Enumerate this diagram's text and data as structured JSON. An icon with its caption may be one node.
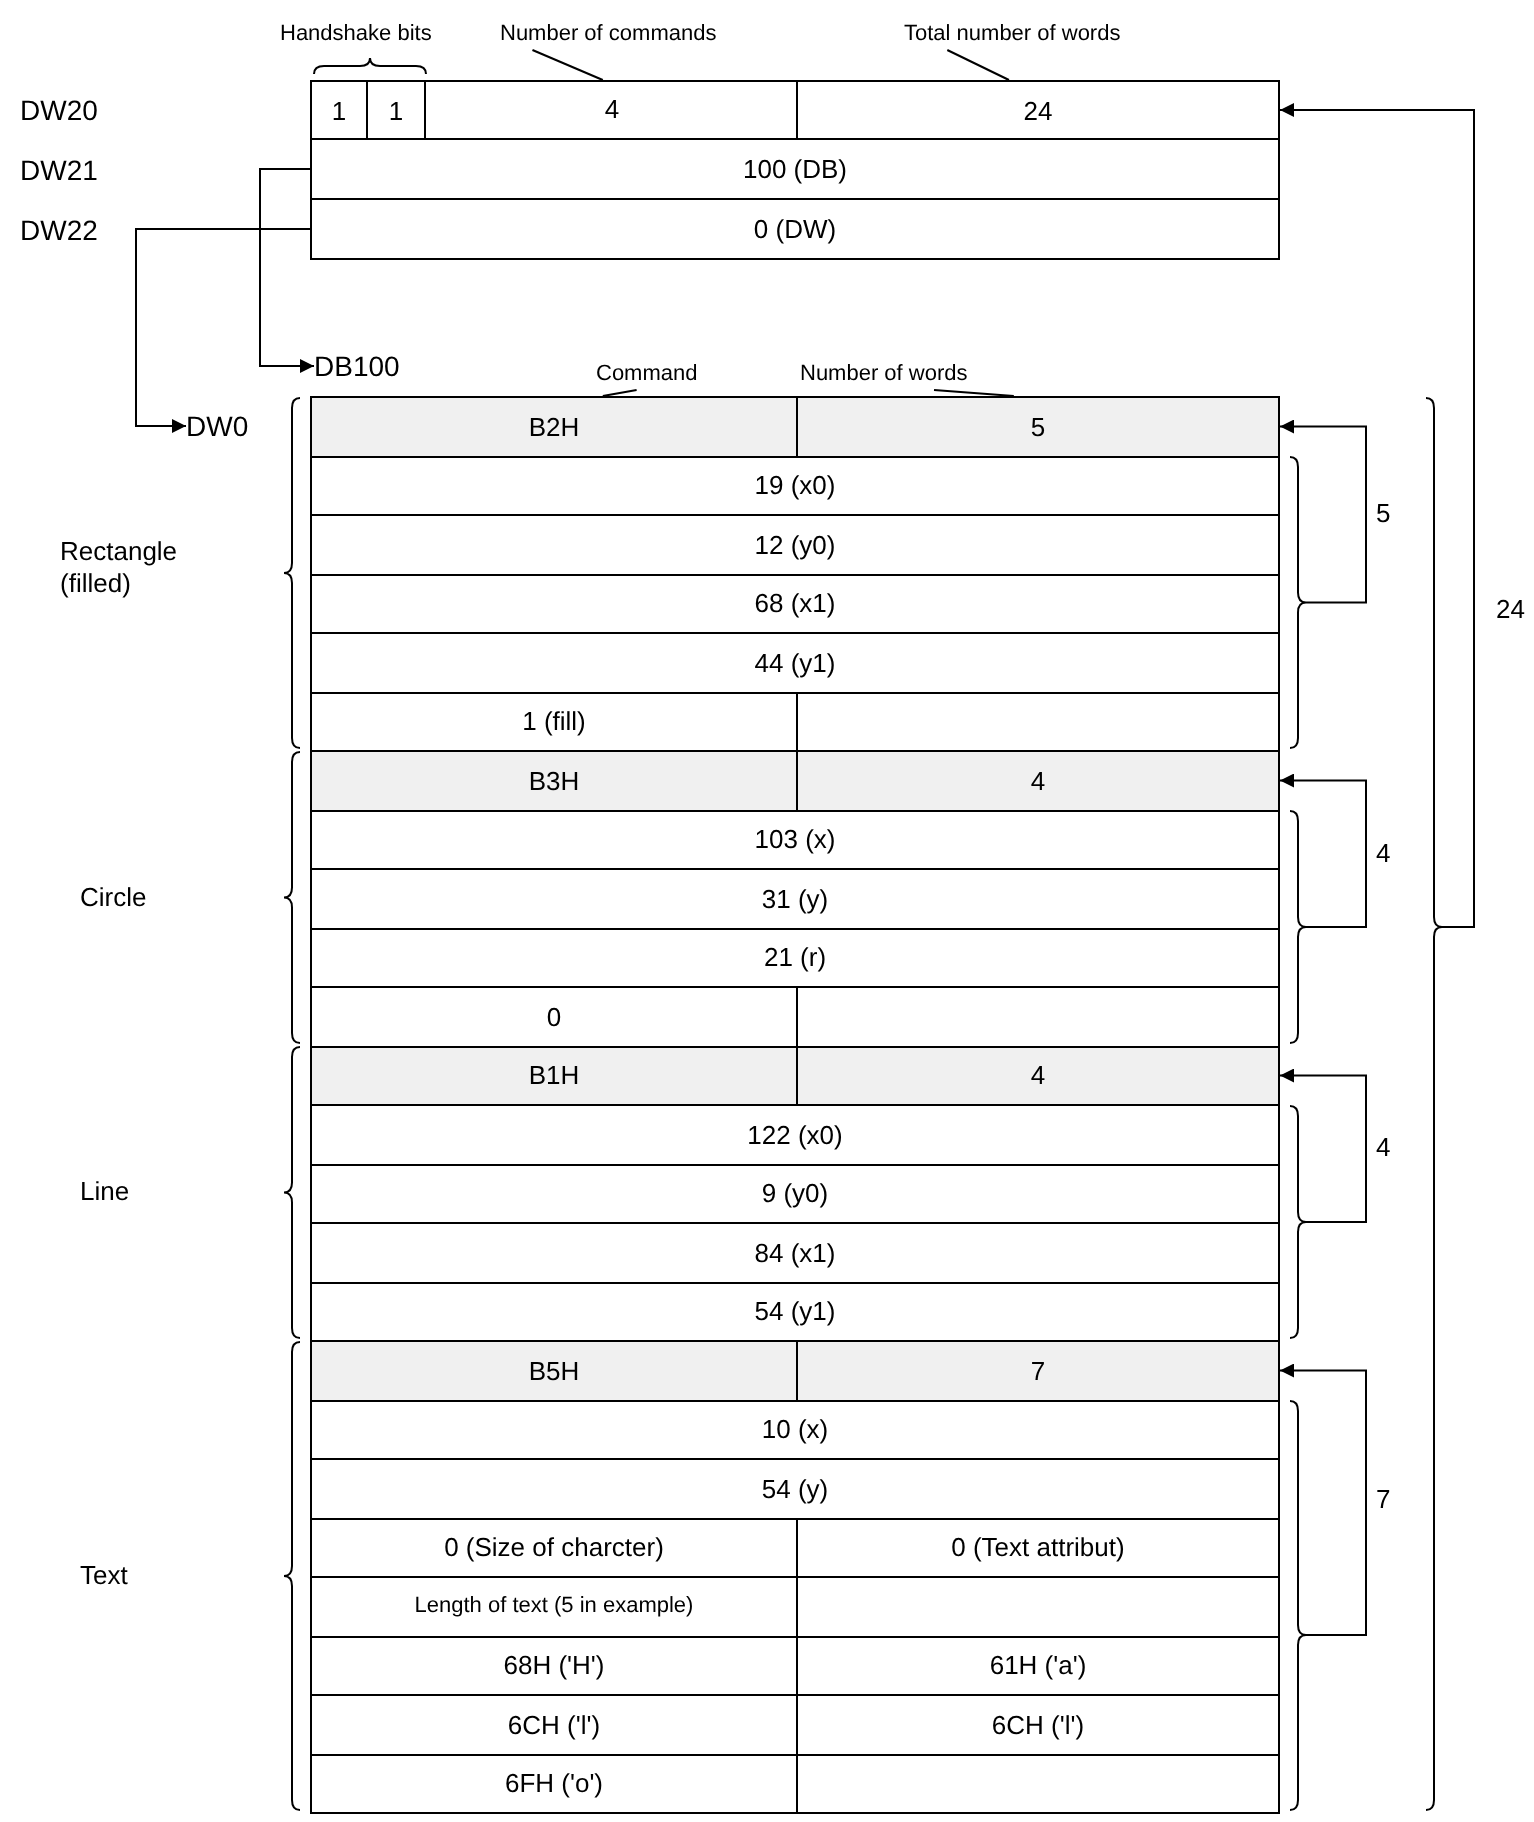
{
  "diagram": {
    "nodes": [
      {
        "text": [
          "4"
        ]
      },
      {
        "text": [
          "1"
        ],
        "in": 0
      },
      {
        "text": [
          "1"
        ],
        "in": 0
      },
      {
        "text": [
          "24"
        ]
      },
      {
        "text": [
          "100 (DB)"
        ]
      },
      {
        "text": [
          "0 (DW)"
        ]
      },
      {
        "text": [
          "DB100"
        ]
      },
      {
        "text": [
          "DW0"
        ]
      },
      {
        "text": [
          "B2H"
        ]
      },
      {
        "text": [
          "5"
        ]
      },
      {
        "text": [
          "19 (x0)"
        ]
      },
      {
        "text": [
          "12 (y0)"
        ]
      },
      {
        "text": [
          "68 (x1)"
        ]
      },
      {
        "text": [
          "44 (y1)"
        ]
      },
      {
        "text": [
          "1 (fill)"
        ]
      },
      {
        "text": [],
        "shape": "box"
      },
      {
        "text": [
          "B3H"
        ]
      },
      {
        "text": [
          "4"
        ]
      },
      {
        "text": [
          "103 (x)"
        ]
      },
      {
        "text": [
          "31 (y)"
        ]
      },
      {
        "text": [
          "21 (r)"
        ]
      },
      {
        "text": [
          "0"
        ]
      },
      {
        "text": [],
        "shape": "box"
      },
      {
        "text": [
          "B1H"
        ]
      },
      {
        "text": [
          "4"
        ]
      },
      {
        "text": [
          "122 (x0)"
        ]
      },
      {
        "text": [
          "9 (y0)"
        ]
      },
      {
        "text": [
          "84 (x1)"
        ]
      },
      {
        "text": [
          "54 (y1)"
        ]
      },
      {
        "text": [
          "B5H"
        ]
      },
      {
        "text": [
          "7"
        ]
      },
      {
        "text": [
          "10 (x)"
        ]
      },
      {
        "text": [
          "54 (y)"
        ]
      },
      {
        "text": [
          "0 (Size of charcter)"
        ]
      },
      {
        "text": [
          "0 (Text attribut)"
        ]
      },
      {
        "text": [
          "Length of text (5 in example)"
        ]
      },
      {
        "text": [],
        "shape": "box"
      },
      {
        "text": [
          "68H ('H')"
        ]
      },
      {
        "text": [
          "61H ('a')"
        ]
      },
      {
        "text": [
          "6CH ('l')"
        ]
      },
      {
        "text": [
          "6CH ('l')"
        ]
      },
      {
        "text": [
          "6FH ('o')"
        ]
      },
      {
        "text": [],
        "shape": "box"
      },
      {
        "text": [
          "Number of commands"
        ]
      },
      {
        "text": [
          "Total number of words"
        ]
      },
      {
        "text": [
          "Command"
        ]
      },
      {
        "text": [
          "Number of words"
        ]
      }
    ],
    "edges": [
      {
        "from": 4,
        "to": 6,
        "arrow": "to"
      },
      {
        "from": 5,
        "to": 7,
        "arrow": "to"
      },
      {
        "from": 43,
        "to": 0,
        "arrow": "none"
      },
      {
        "from": 44,
        "to": 3,
        "arrow": "none"
      },
      {
        "from": 45,
        "to": 8,
        "arrow": "none"
      },
      {
        "from": 46,
        "to": 9,
        "arrow": "none"
      },
      {
        "from": null,
        "to": 9,
        "arrow": "to"
      },
      {
        "from": null,
        "to": 17,
        "arrow": "to"
      },
      {
        "from": null,
        "to": 24,
        "arrow": "to"
      },
      {
        "from": null,
        "to": 30,
        "arrow": "to"
      },
      {
        "from": null,
        "to": 3,
        "arrow": "to"
      }
    ],
    "labels": [
      "Handshake bits",
      "DW20",
      "DW21",
      "DW22",
      "5",
      "24",
      "Rectangle (filled)",
      "4",
      "Circle",
      "4",
      "Line",
      "7",
      "Text"
    ]
  }
}
